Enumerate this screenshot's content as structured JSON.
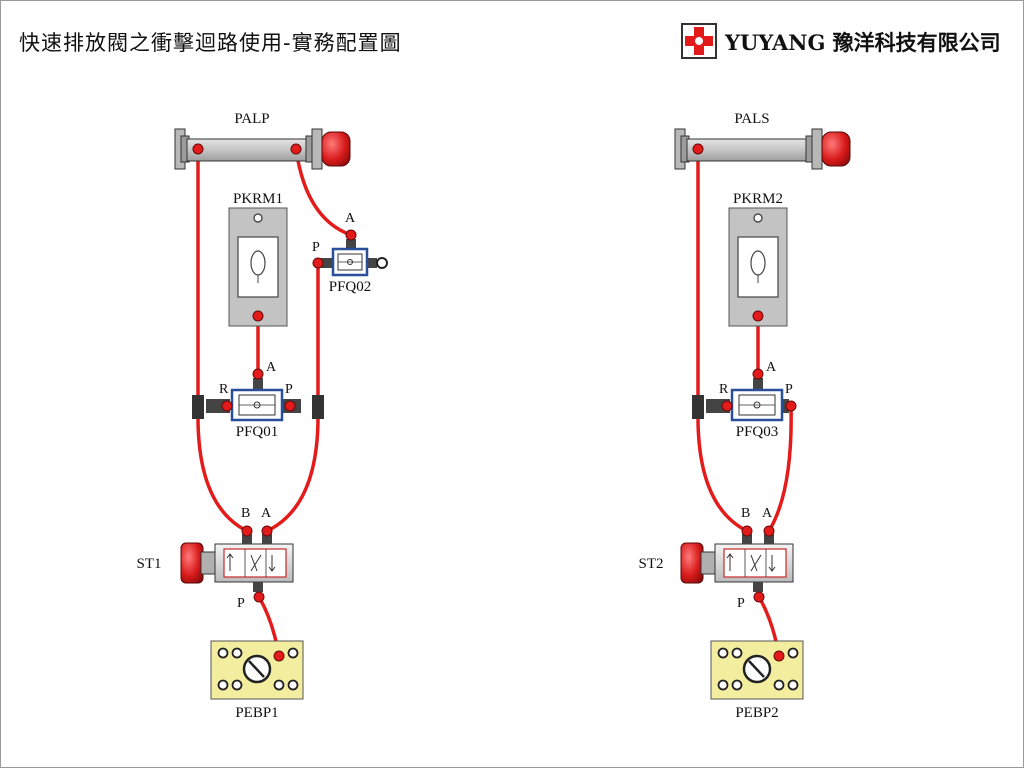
{
  "header": {
    "title": "快速排放閥之衝擊迴路使用-實務配置圖",
    "brand_name": "YUYANG 豫洋科技有限公司",
    "brand_logo_icon": "red-cross-logo-icon"
  },
  "colors": {
    "tube": "#e41b1b",
    "cylinder": "#c8c8c8",
    "cap": "#dc2020",
    "valve_frame": "#2a4f9a",
    "plate": "#f3ee9f",
    "mount": "#bdbdbd"
  },
  "left": {
    "cylinder": "PALP",
    "sensor": "PKRM1",
    "valve_main": "PFQ01",
    "valve_aux": "PFQ02",
    "hand_valve": "ST1",
    "regulator": "PEBP1",
    "ports": {
      "a_top": "A",
      "r": "R",
      "p": "P",
      "b": "B",
      "a": "A",
      "p_bottom": "P",
      "aux_a": "A",
      "aux_p": "P"
    }
  },
  "right": {
    "cylinder": "PALS",
    "sensor": "PKRM2",
    "valve_main": "PFQ03",
    "hand_valve": "ST2",
    "regulator": "PEBP2",
    "ports": {
      "a_top": "A",
      "r": "R",
      "p": "P",
      "b": "B",
      "a": "A",
      "p_bottom": "P"
    }
  }
}
